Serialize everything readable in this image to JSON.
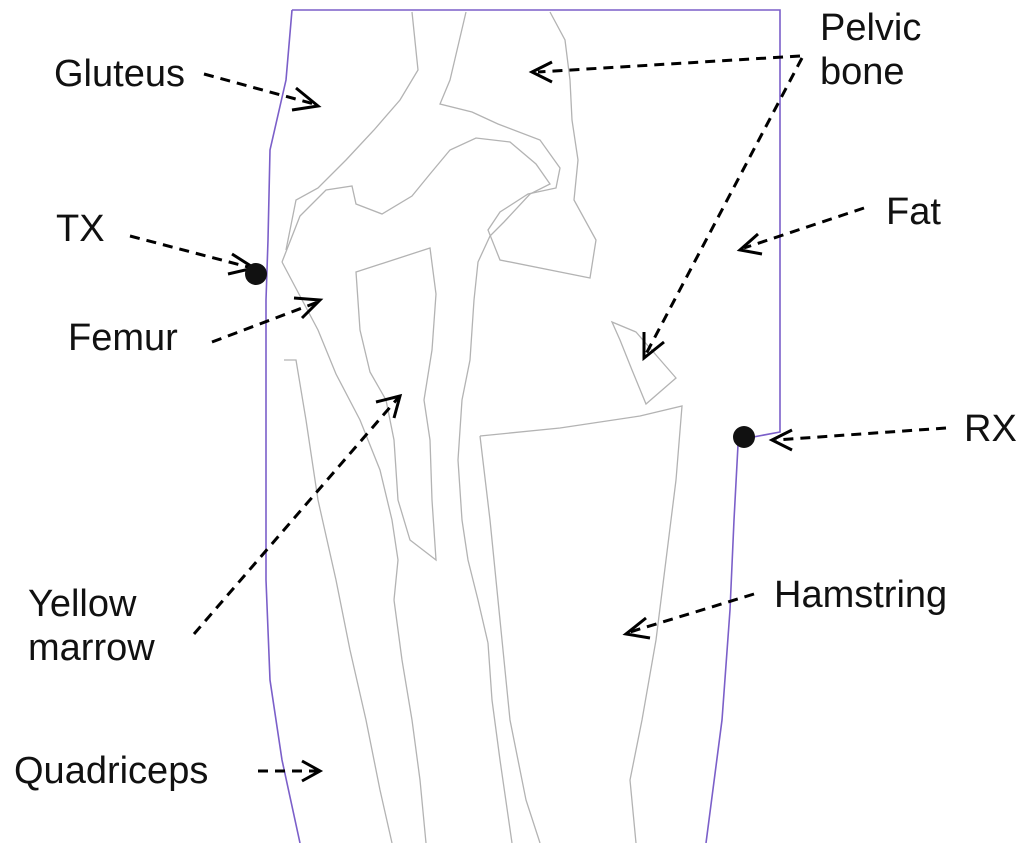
{
  "labels": {
    "gluteus": "Gluteus",
    "pelvic_bone_line1": "Pelvic",
    "pelvic_bone_line2": "bone",
    "fat": "Fat",
    "tx": "TX",
    "femur": "Femur",
    "rx": "RX",
    "hamstring": "Hamstring",
    "yellow_marrow_line1": "Yellow",
    "yellow_marrow_line2": "marrow",
    "quadriceps": "Quadriceps"
  },
  "colors": {
    "body_outline": "#7b5fc9",
    "tissue_boundary": "#b3b3b3",
    "annotation": "#000000"
  }
}
